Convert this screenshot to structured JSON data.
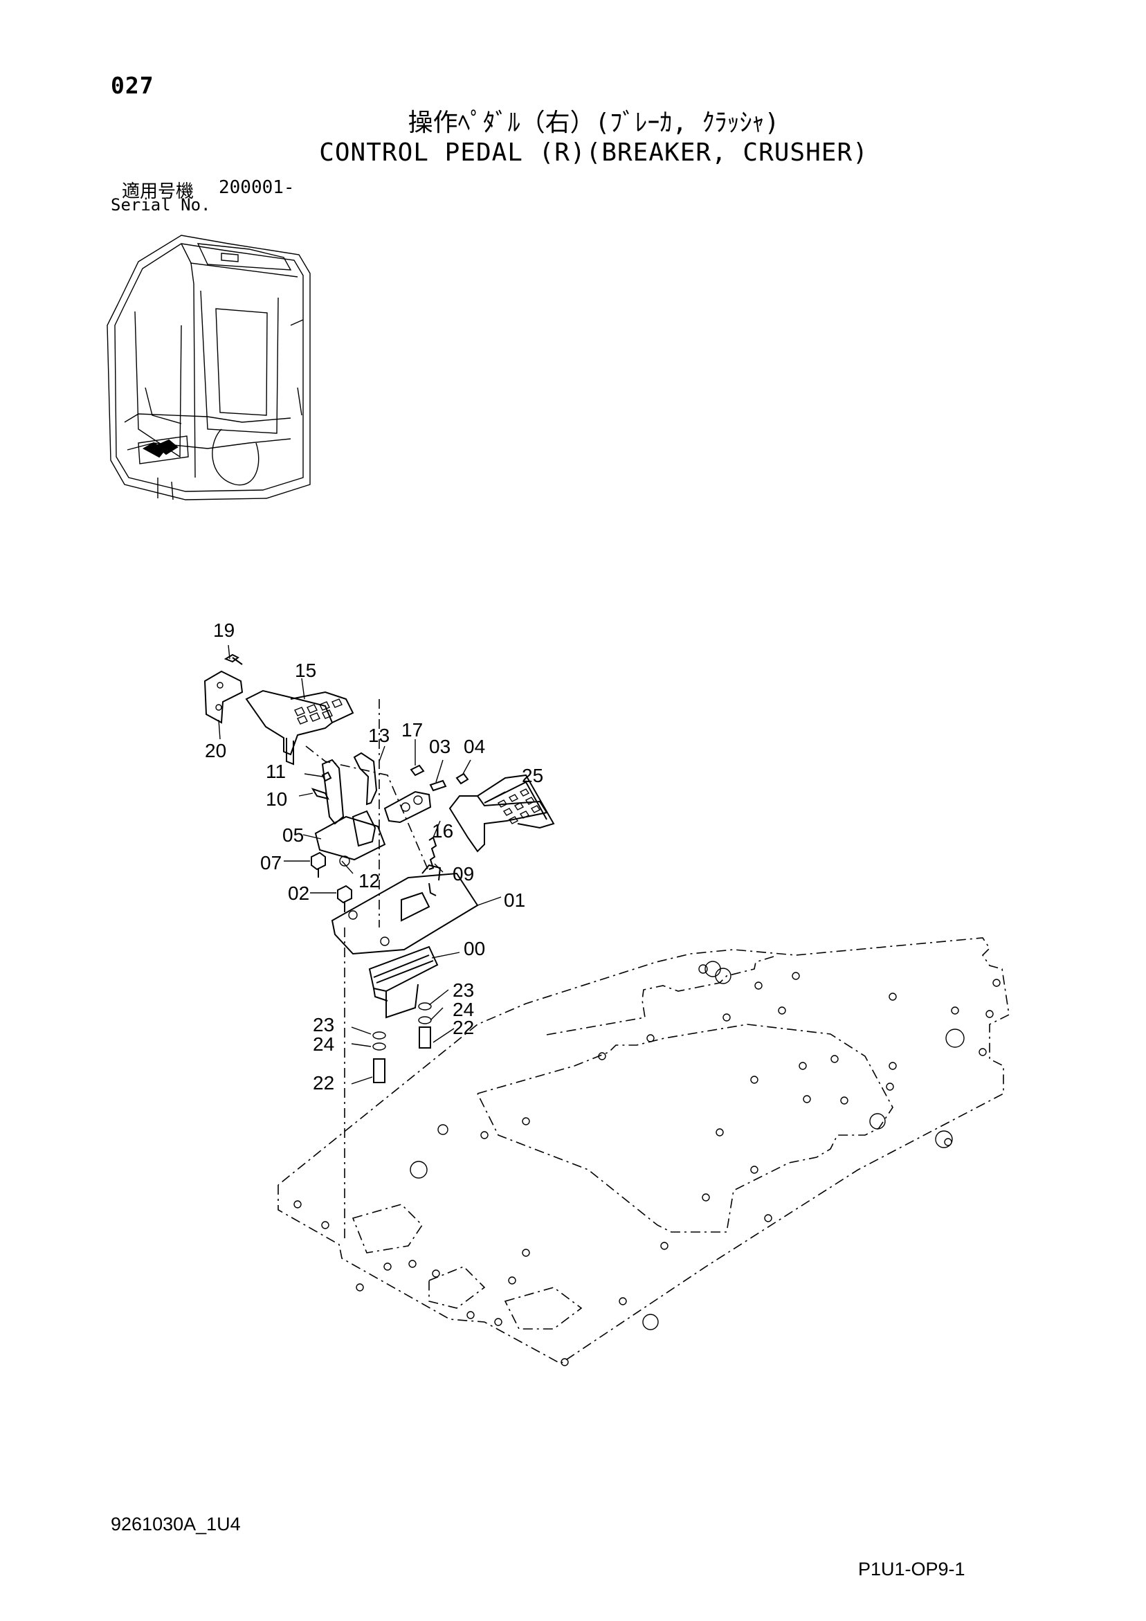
{
  "header": {
    "page_no": "027",
    "title_jp": "操作ﾍﾟﾀﾞﾙ（右）(ﾌﾞﾚｰｶ, ｸﾗｯｼｬ)",
    "title_en": "CONTROL PEDAL (R)(BREAKER, CRUSHER)",
    "serial_label_jp": "適用号機",
    "serial_value": "200001-",
    "serial_label_en": "Serial No."
  },
  "callouts": {
    "c19": "19",
    "c15": "15",
    "c20": "20",
    "c13": "13",
    "c17": "17",
    "c03": "03",
    "c04": "04",
    "c25": "25",
    "c11": "11",
    "c10": "10",
    "c16": "16",
    "c05": "05",
    "c07": "07",
    "c12": "12",
    "c09": "09",
    "c02": "02",
    "c01": "01",
    "c00": "00",
    "c23a": "23",
    "c24a": "24",
    "c22a": "22",
    "c23b": "23",
    "c24b": "24",
    "c22b": "22"
  },
  "footer": {
    "doc_id": "9261030A_1U4",
    "page_ref": "P1U1-OP9-1"
  }
}
